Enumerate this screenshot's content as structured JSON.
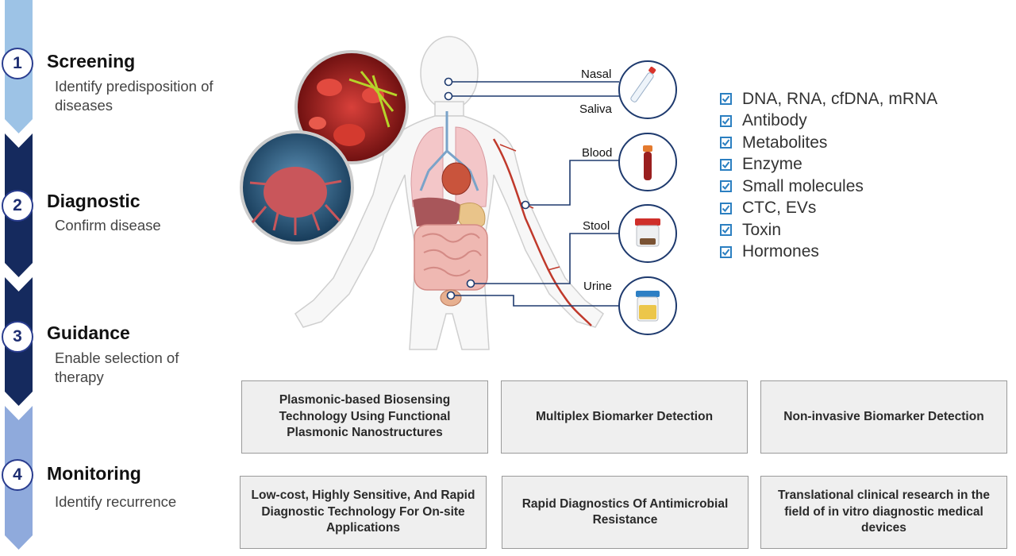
{
  "stages": [
    {
      "num": "1",
      "title": "Screening",
      "desc": "Identify predisposition of diseases"
    },
    {
      "num": "2",
      "title": "Diagnostic",
      "desc": "Confirm disease"
    },
    {
      "num": "3",
      "title": "Guidance",
      "desc": "Enable selection of therapy"
    },
    {
      "num": "4",
      "title": "Monitoring",
      "desc": "Identify recurrence"
    }
  ],
  "colors": {
    "stage1": "#9dc3e6",
    "stage2": "#152a5e",
    "stage3": "#152a5e",
    "stage4": "#8faadc",
    "line": "#1e3a6e",
    "check": "#2b7fc1"
  },
  "samples": {
    "nasal": "Nasal",
    "saliva": "Saliva",
    "blood": "Blood",
    "stool": "Stool",
    "urine": "Urine"
  },
  "biomarkers": [
    "DNA, RNA, cfDNA, mRNA",
    "Antibody",
    "Metabolites",
    "Enzyme",
    "Small molecules",
    "CTC, EVs",
    "Toxin",
    "Hormones"
  ],
  "boxes": [
    "Plasmonic-based Biosensing Technology Using Functional Plasmonic Nanostructures",
    "Multiplex Biomarker Detection",
    "Non-invasive Biomarker Detection",
    "Low-cost, Highly Sensitive, And Rapid Diagnostic Technology For On-site Applications",
    "Rapid Diagnostics Of Antimicrobial Resistance",
    "Translational clinical research in the field of in vitro diagnostic medical devices"
  ]
}
